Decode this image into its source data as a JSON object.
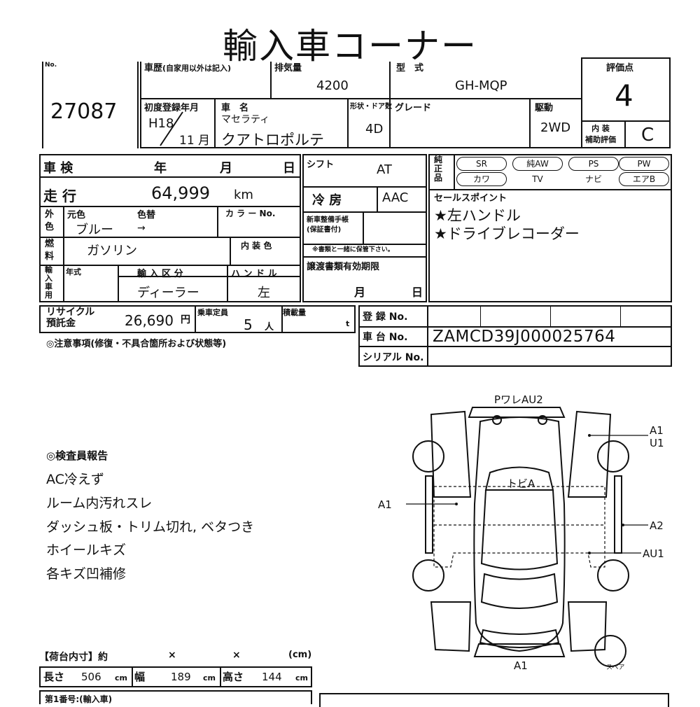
{
  "title": "輸入車コーナー",
  "lot": {
    "label": "No.",
    "value": "27087"
  },
  "history": {
    "label": "車歴",
    "note": "(自家用以外は記入)"
  },
  "displacement": {
    "label": "排気量",
    "value": "4200"
  },
  "model_type": {
    "label": "型　式",
    "value": "GH-MQP"
  },
  "score": {
    "label": "評価点",
    "value": "4"
  },
  "first_reg": {
    "label": "初度登録年月",
    "era": "H18",
    "month": "11",
    "month_unit": "月"
  },
  "car_name": {
    "label": "車　名",
    "maker": "マセラティ",
    "name": "クアトロポルテ"
  },
  "body": {
    "label": "形状・ドア数",
    "value": "4D"
  },
  "grade": {
    "label": "グレード"
  },
  "drive": {
    "label": "駆動",
    "value": "2WD"
  },
  "interior": {
    "label1": "内 装",
    "label2": "補助評価",
    "value": "C"
  },
  "inspection": {
    "label": "車 検",
    "year": "年",
    "month": "月",
    "day": "日"
  },
  "shift": {
    "label": "シフト",
    "value": "AT"
  },
  "options": {
    "label": "純正品",
    "row1": [
      "SR",
      "純AW",
      "PS",
      "PW"
    ],
    "row2": [
      "カワ",
      "TV",
      "ナビ",
      "エアB"
    ]
  },
  "mileage": {
    "label": "走 行",
    "value": "64,999",
    "unit": "km"
  },
  "ac": {
    "label": "冷 房",
    "value": "AAC"
  },
  "sales": {
    "label": "セールスポイント",
    "points": [
      "★左ハンドル",
      "★ドライブレコーダー"
    ]
  },
  "color": {
    "label": "外色",
    "orig_label": "元色",
    "change_label": "色替",
    "value": "ブルー",
    "arrow": "→",
    "code_label": "カ ラ ー No."
  },
  "manual": {
    "label1": "新車整備手帳",
    "label2": "(保証書付)",
    "note": "※書類と一緒に保管下さい。"
  },
  "fuel": {
    "label": "燃料",
    "value": "ガソリン",
    "interior_color_label": "内 装 色"
  },
  "import": {
    "label": "輸入車用",
    "year_label": "年式",
    "type_label": "輸 入 区 分",
    "type_value": "ディーラー",
    "handle_label": "ハ ン ド ル",
    "handle_value": "左"
  },
  "docs": {
    "label": "譲渡書類有効期限",
    "month": "月",
    "day": "日"
  },
  "recycle": {
    "label1": "リサイクル",
    "label2": "預託金",
    "value": "26,690",
    "unit": "円"
  },
  "capacity": {
    "label": "乗車定員",
    "value": "5",
    "unit": "人"
  },
  "load": {
    "label": "積載量",
    "unit": "t"
  },
  "registration": {
    "label": "登 録 No."
  },
  "chassis": {
    "label": "車 台 No.",
    "value": "ZAMCD39J000025764"
  },
  "serial": {
    "label": "シリアル No."
  },
  "caution": "◎注意事項(修復・不具合箇所および状態等)",
  "report": {
    "title": "◎検査員報告",
    "lines": [
      "AC冷えず",
      "ルーム内汚れスレ",
      "ダッシュ板・トリム切れ, ベタつき",
      "ホイールキズ",
      "各キズ凹補修"
    ]
  },
  "diagram": {
    "top": "PワレAU2",
    "roof": "トビA",
    "bottom": "A1",
    "left": "A1",
    "spare": "スペア",
    "right_marks": [
      "A1",
      "U1",
      "A2",
      "AU1"
    ]
  },
  "cargo": {
    "label": "【荷台内寸】約",
    "x1": "×",
    "x2": "×",
    "unit": "(cm)"
  },
  "dims": {
    "length_label": "長さ",
    "length": "506",
    "width_label": "幅",
    "width": "189",
    "height_label": "高さ",
    "height": "144",
    "unit": "cm"
  },
  "footer_cut": "第1番号:(輸入車)"
}
